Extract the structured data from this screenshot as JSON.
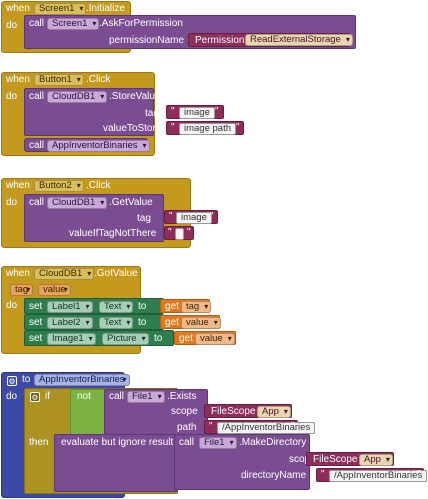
{
  "labels": {
    "when": "when",
    "do": "do",
    "call": "call",
    "set": "set",
    "to": "to",
    "get": "get",
    "if": "if",
    "not": "not",
    "then": "then",
    "initialize": ".Initialize",
    "click": ".Click",
    "got_value": ".GotValue",
    "ask_permission": ".AskForPermission",
    "permission_name": "permissionName",
    "permission": "Permission",
    "store_value": ".StoreValue",
    "get_value": ".GetValue",
    "tag": "tag",
    "value_to_store": "valueToStore",
    "value_if_tag_not_there": "valueIfTagNotThere",
    "exists": ".Exists",
    "scope": "scope",
    "path": "path",
    "make_directory": ".MakeDirectory",
    "directory_name": "directoryName",
    "evaluate_ignore": "evaluate but ignore result",
    "filescope": "FileScope"
  },
  "components": {
    "screen1": "Screen1",
    "button1": "Button1",
    "button2": "Button2",
    "clouddb1": "CloudDB1",
    "label1": "Label1",
    "label2": "Label2",
    "image1": "Image1",
    "file1": "File1"
  },
  "values": {
    "read_external_storage": "ReadExternalStorage",
    "image": "image",
    "image_path": "image path",
    "empty": " ",
    "text": "Text",
    "picture": "Picture",
    "value": "value",
    "tag": "tag",
    "proc_name": "AppInventorBinaries",
    "app": "App",
    "dir_path": "/AppInventorBinaries"
  },
  "colors": {
    "event": "#c39a1e",
    "component_method": "#7a4c92",
    "text": "#8c2d5a",
    "setter": "#2e7d4f",
    "variable": "#e0781f",
    "procedure": "#3b49a8",
    "control": "#ab9222"
  },
  "icons": {
    "gear": "gear-icon"
  }
}
